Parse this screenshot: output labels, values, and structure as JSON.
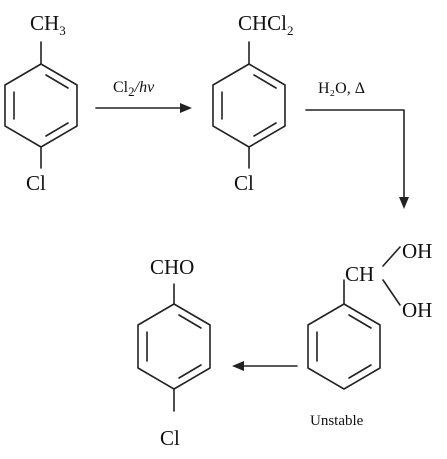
{
  "reactant": {
    "top_group": "CH",
    "top_group_sub": "3",
    "bottom_group": "Cl"
  },
  "step1": {
    "reagent": "Cl",
    "reagent_sub": "2",
    "reagent_tail": "/hv"
  },
  "intermediate": {
    "top_group": "CHCl",
    "top_group_sub": "2",
    "bottom_group": "Cl"
  },
  "step2": {
    "conditions": "H₂O, Δ"
  },
  "unstable_species": {
    "ch_label": "CH",
    "oh_upper": "OH",
    "oh_lower": "OH",
    "note": "Unstable"
  },
  "product": {
    "top_group": "CHO",
    "bottom_group": "Cl"
  }
}
